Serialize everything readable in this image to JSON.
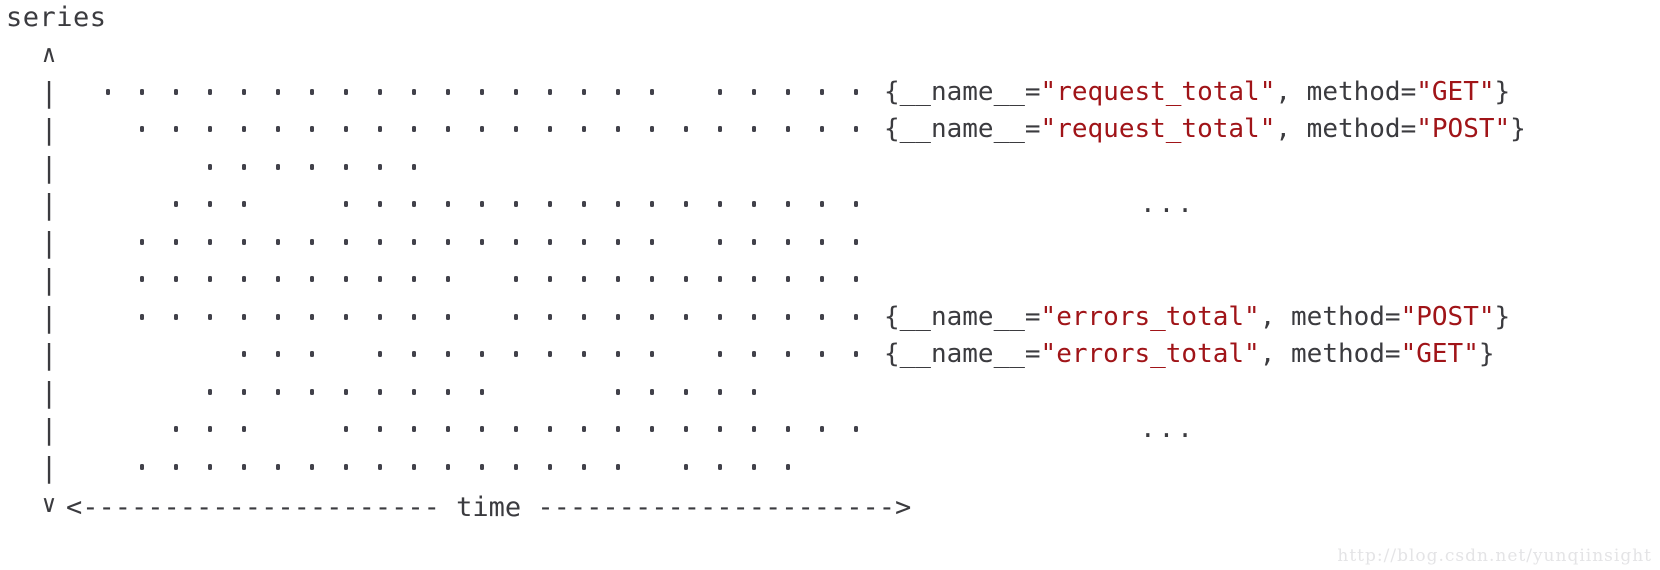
{
  "diagram": {
    "y_axis_label": "series",
    "x_axis_label": "time",
    "arrow_up": "∧",
    "arrow_down": "∨",
    "pipe": "|",
    "pipe_count": 11,
    "time_axis_text": "<---------------------- time ---------------------->",
    "ellipsis": "...",
    "watermark": "http://blog.csdn.net/yunqiinsight"
  },
  "labels": [
    {
      "row": 0,
      "kind": "metric",
      "segments": [
        {
          "text": "{__name__=",
          "style": "plain"
        },
        {
          "text": "\"request_total\"",
          "style": "str"
        },
        {
          "text": ", method=",
          "style": "plain"
        },
        {
          "text": "\"GET\"",
          "style": "str"
        },
        {
          "text": "}",
          "style": "plain"
        }
      ],
      "full_text": "{__name__=\"request_total\", method=\"GET\"}",
      "metric_name": "request_total",
      "method": "GET"
    },
    {
      "row": 1,
      "kind": "metric",
      "segments": [
        {
          "text": "{__name__=",
          "style": "plain"
        },
        {
          "text": "\"request_total\"",
          "style": "str"
        },
        {
          "text": ", method=",
          "style": "plain"
        },
        {
          "text": "\"POST\"",
          "style": "str"
        },
        {
          "text": "}",
          "style": "plain"
        }
      ],
      "full_text": "{__name__=\"request_total\", method=\"POST\"}",
      "metric_name": "request_total",
      "method": "POST"
    },
    {
      "row": 3,
      "kind": "ellipsis",
      "full_text": "..."
    },
    {
      "row": 6,
      "kind": "metric",
      "segments": [
        {
          "text": "{__name__=",
          "style": "plain"
        },
        {
          "text": "\"errors_total\"",
          "style": "str"
        },
        {
          "text": ", method=",
          "style": "plain"
        },
        {
          "text": "\"POST\"",
          "style": "str"
        },
        {
          "text": "}",
          "style": "plain"
        }
      ],
      "full_text": "{__name__=\"errors_total\", method=\"POST\"}",
      "metric_name": "errors_total",
      "method": "POST"
    },
    {
      "row": 7,
      "kind": "metric",
      "segments": [
        {
          "text": "{__name__=",
          "style": "plain"
        },
        {
          "text": "\"errors_total\"",
          "style": "str"
        },
        {
          "text": ", method=",
          "style": "plain"
        },
        {
          "text": "\"GET\"",
          "style": "str"
        },
        {
          "text": "}",
          "style": "plain"
        }
      ],
      "full_text": "{__name__=\"errors_total\", method=\"GET\"}",
      "metric_name": "errors_total",
      "method": "GET"
    },
    {
      "row": 9,
      "kind": "ellipsis",
      "full_text": "..."
    }
  ],
  "colors": {
    "text": "#3b3b3f",
    "string": "#a01418",
    "dot": "#41414a",
    "background": "#ffffff",
    "watermark": "#e4e4e6"
  },
  "chart_data": {
    "type": "scatter",
    "title": "",
    "xlabel": "time",
    "ylabel": "series",
    "grid": false,
    "legend_position": "right",
    "description": "ASCII-art style scatter of sample dots; each row is one time series, each dot one scraped sample over time.",
    "row_count": 11,
    "series": [
      {
        "name": "{__name__=\"request_total\", method=\"GET\"}",
        "row": 0,
        "x": [
          106,
          140,
          174,
          208,
          242,
          276,
          310,
          344,
          378,
          412,
          446,
          480,
          514,
          548,
          582,
          616,
          650,
          718,
          752,
          786,
          820,
          854
        ]
      },
      {
        "name": "{__name__=\"request_total\", method=\"POST\"}",
        "row": 1,
        "x": [
          140,
          174,
          208,
          242,
          276,
          310,
          344,
          378,
          412,
          446,
          480,
          514,
          548,
          582,
          616,
          650,
          684,
          718,
          752,
          786,
          820,
          854
        ]
      },
      {
        "name": "",
        "row": 2,
        "x": [
          208,
          242,
          276,
          310,
          344,
          378,
          412
        ]
      },
      {
        "name": "",
        "row": 3,
        "x": [
          174,
          208,
          242,
          344,
          378,
          412,
          446,
          480,
          514,
          548,
          582,
          616,
          650,
          684,
          718,
          752,
          786,
          820,
          854
        ]
      },
      {
        "name": "",
        "row": 4,
        "x": [
          140,
          174,
          208,
          242,
          276,
          310,
          344,
          378,
          412,
          446,
          480,
          514,
          548,
          582,
          616,
          650,
          718,
          752,
          786,
          820,
          854
        ]
      },
      {
        "name": "",
        "row": 5,
        "x": [
          140,
          174,
          208,
          242,
          276,
          310,
          344,
          378,
          412,
          446,
          514,
          548,
          582,
          616,
          650,
          684,
          718,
          752,
          786,
          820,
          854
        ]
      },
      {
        "name": "{__name__=\"errors_total\", method=\"POST\"}",
        "row": 6,
        "x": [
          140,
          174,
          208,
          242,
          276,
          310,
          344,
          378,
          412,
          446,
          514,
          548,
          582,
          616,
          650,
          684,
          718,
          752,
          786,
          820,
          854
        ]
      },
      {
        "name": "{__name__=\"errors_total\", method=\"GET\"}",
        "row": 7,
        "x": [
          242,
          276,
          310,
          378,
          412,
          446,
          480,
          514,
          548,
          582,
          616,
          650,
          718,
          752,
          786,
          820,
          854
        ]
      },
      {
        "name": "",
        "row": 8,
        "x": [
          208,
          242,
          276,
          310,
          344,
          378,
          412,
          446,
          480,
          616,
          650,
          684,
          718,
          752
        ]
      },
      {
        "name": "",
        "row": 9,
        "x": [
          174,
          208,
          242,
          344,
          378,
          412,
          446,
          480,
          514,
          548,
          582,
          616,
          650,
          684,
          718,
          752,
          786,
          820,
          854
        ]
      },
      {
        "name": "",
        "row": 10,
        "x": [
          140,
          174,
          208,
          242,
          276,
          310,
          344,
          378,
          412,
          446,
          480,
          514,
          548,
          582,
          616,
          684,
          718,
          752,
          786
        ]
      }
    ]
  }
}
